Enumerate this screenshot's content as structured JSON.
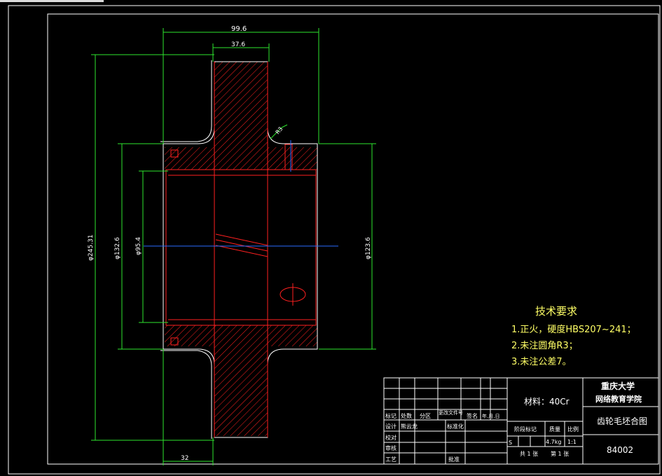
{
  "dimensions": {
    "width_total": "99.6",
    "width_hub": "37.6",
    "dia_outer": "φ245.31",
    "dia_hub": "φ132.6",
    "dia_bore": "φ95.4",
    "dia_right": "φ123.6",
    "width_bottom": "32",
    "radius": "R3"
  },
  "tech_requirements": {
    "title": "技术要求",
    "items": [
      "1.正火，硬度HBS207~241；",
      "2.未注圆角R3；",
      "3.未注公差7。"
    ]
  },
  "title_block": {
    "material": "材料：40Cr",
    "school_1": "重庆大学",
    "school_2": "网络教育学院",
    "drawing_name": "齿轮毛坯合图",
    "drawing_number": "84002",
    "mass_label": "质量",
    "scale_label": "比例",
    "stage_label": "阶段标记",
    "mass_value": "4.7kg",
    "scale_value": "1:1",
    "stage_value": "S",
    "sheet_total": "共 1 张",
    "sheet_no": "第 1 张",
    "labels": {
      "mark": "标记",
      "count": "处数",
      "zone": "分区",
      "change_doc": "更改文件号",
      "sign": "签名",
      "date": "年.月.日",
      "design": "设计",
      "designer": "熊云龙",
      "standard": "标准化",
      "check": "校对",
      "review": "审核",
      "process": "工艺",
      "approve": "批准"
    }
  }
}
